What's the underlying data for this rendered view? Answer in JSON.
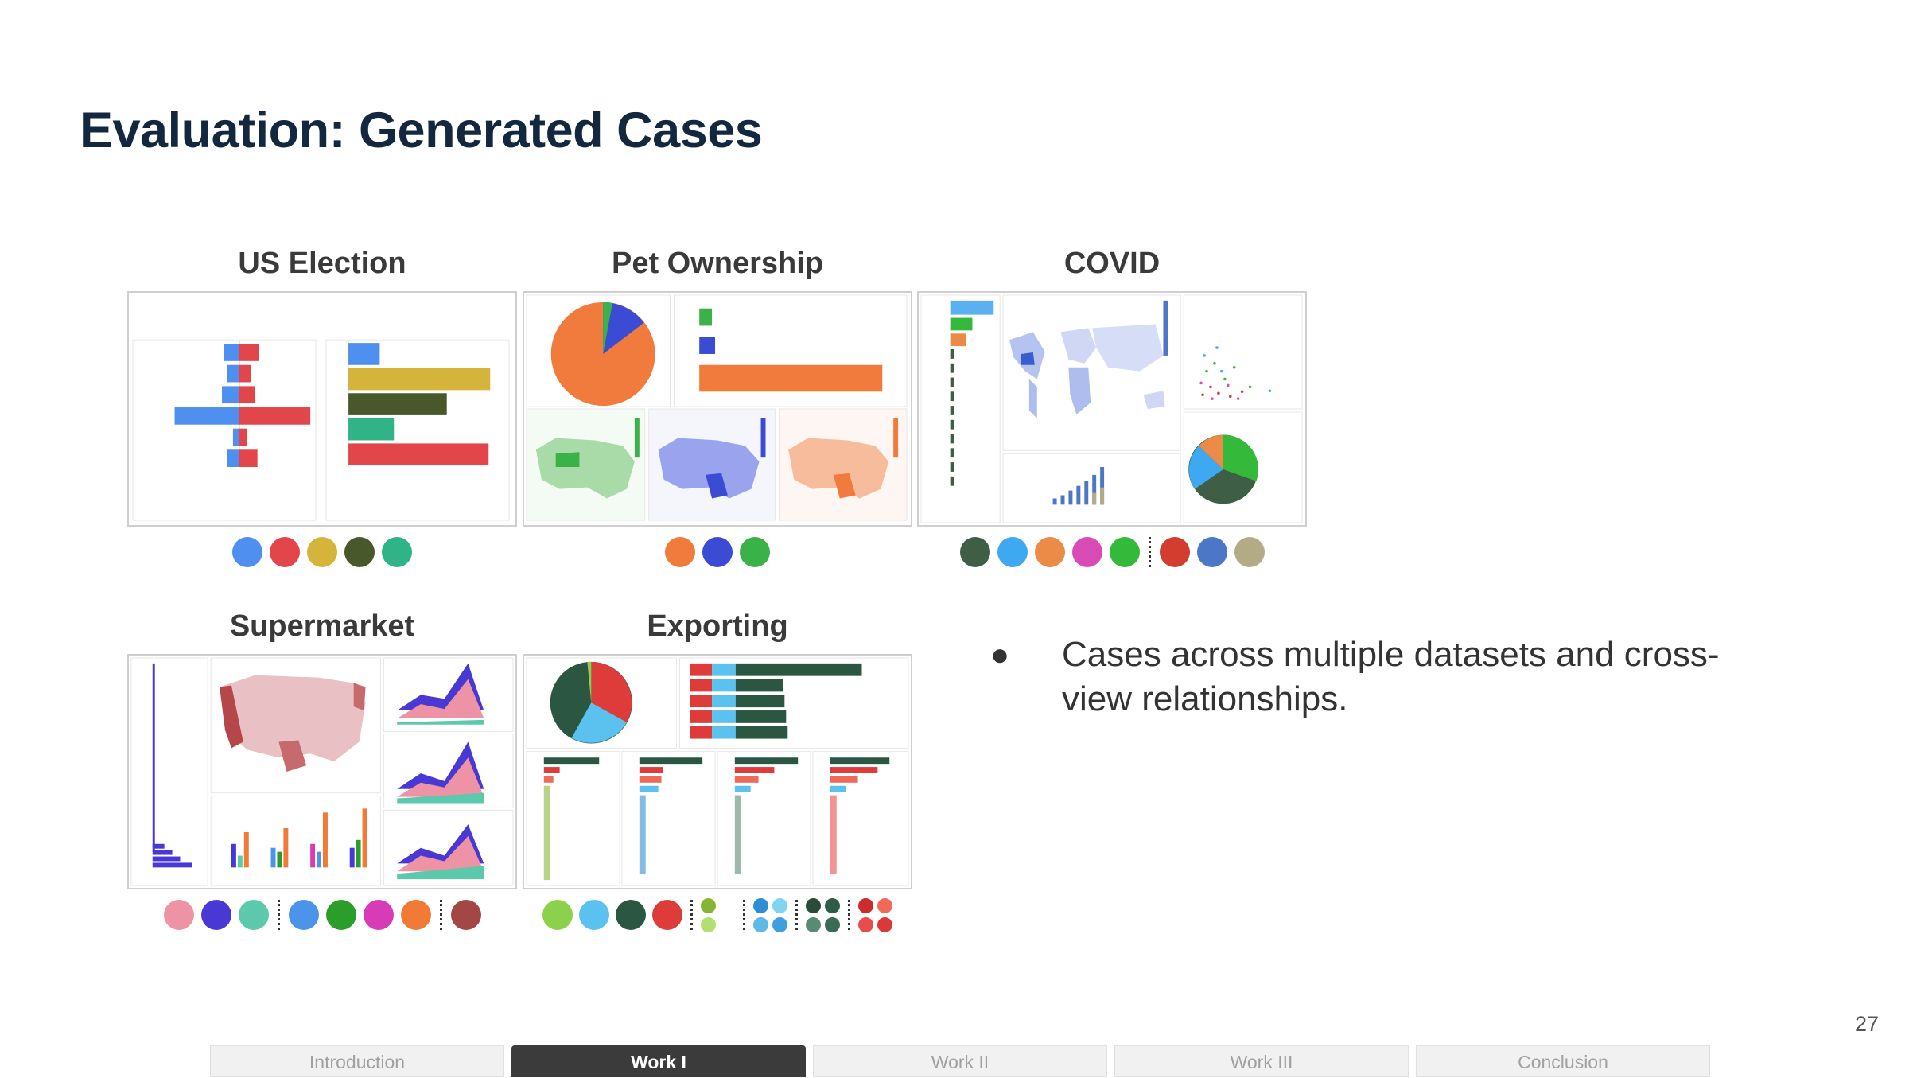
{
  "slide": {
    "title": "Evaluation: Generated Cases",
    "page_number": "27",
    "bullet": "Cases across multiple datasets and cross-view relationships."
  },
  "cases": [
    {
      "title": "US Election",
      "palette": [
        "#4e8ff0",
        "#e3464a",
        "#d4b43a",
        "#48582a",
        "#2fb387"
      ]
    },
    {
      "title": "Pet Ownership",
      "palette": [
        "#f07b3c",
        "#3b4bd4",
        "#3bb14a"
      ]
    },
    {
      "title": "COVID",
      "palette": [
        "#3e5f45",
        "#3ea8f0",
        "#ec8a48",
        "#d94cb6",
        "#34b93a",
        "#d33d2f",
        "#4b77c6",
        "#b2ab86"
      ]
    },
    {
      "title": "Supermarket",
      "palette": [
        "#ee93a6",
        "#4a38d4",
        "#5cc8ac",
        "#4c93ea",
        "#2a9d2a",
        "#d83bb6",
        "#f07a36",
        "#a34646"
      ]
    },
    {
      "title": "Exporting",
      "palette": [
        "#8cd14c",
        "#5bc1ee",
        "#2b5742",
        "#de3b3b"
      ],
      "mini_groups": [
        [
          "#86b536",
          "#b2e06e",
          "#a8de5a",
          "#c8ee8c"
        ],
        [
          "#2f8dd6",
          "#7fd4f2",
          "#5eb8e8",
          "#3f9ee0"
        ],
        [
          "#2b4a3a",
          "#2f5c48",
          "#5a8a74",
          "#3b6a55"
        ],
        [
          "#cc2c2c",
          "#f06a5a",
          "#e84c4c",
          "#d83a3a"
        ]
      ]
    }
  ],
  "nav": [
    {
      "label": "Introduction",
      "active": false
    },
    {
      "label": "Work I",
      "active": true
    },
    {
      "label": "Work II",
      "active": false
    },
    {
      "label": "Work III",
      "active": false
    },
    {
      "label": "Conclusion",
      "active": false
    }
  ]
}
